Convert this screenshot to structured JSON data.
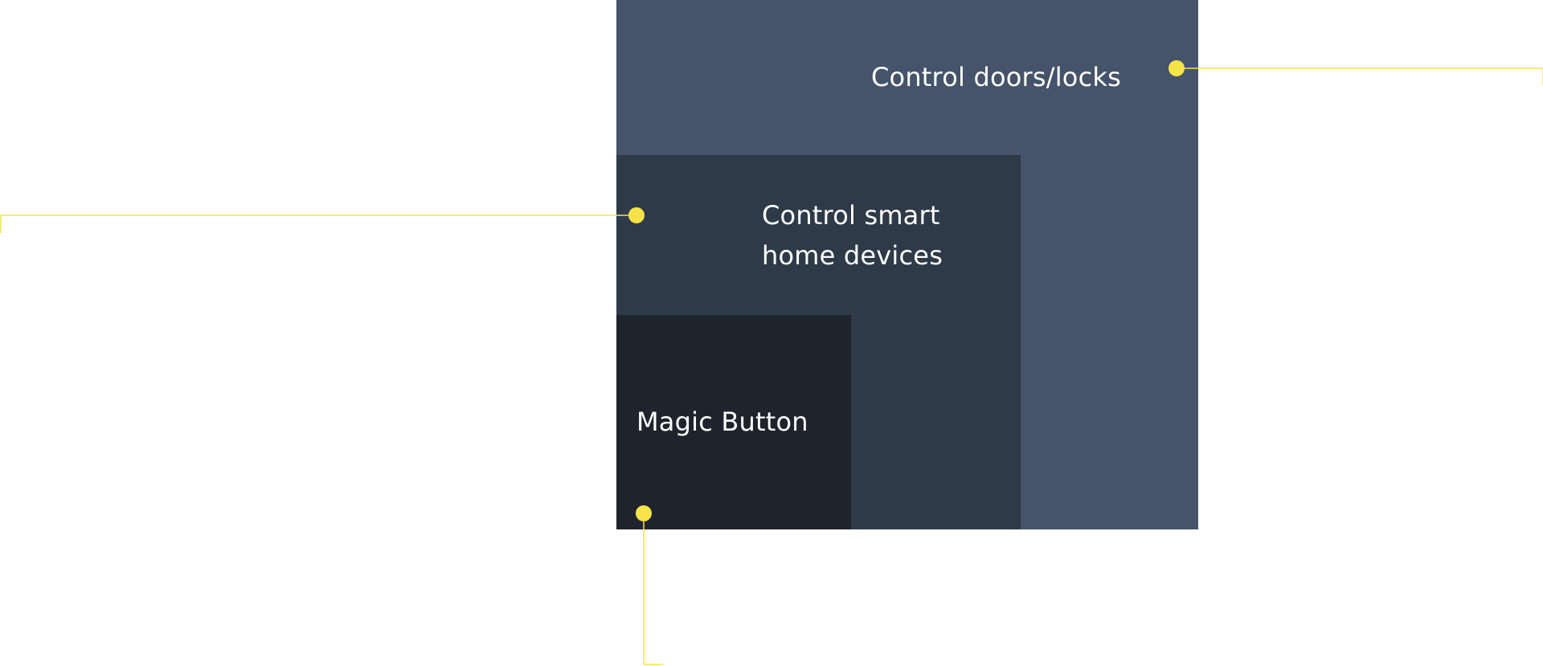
{
  "colors": {
    "outer": "#45536b",
    "middle": "#2f3a49",
    "inner": "#1f232b",
    "accent": "#f5e347",
    "label_text": "#ffffff"
  },
  "layers": {
    "outer": {
      "label": "Control doors/locks"
    },
    "middle": {
      "label_line1": "Control smart",
      "label_line2": "home devices"
    },
    "inner": {
      "label": "Magic Button"
    }
  }
}
